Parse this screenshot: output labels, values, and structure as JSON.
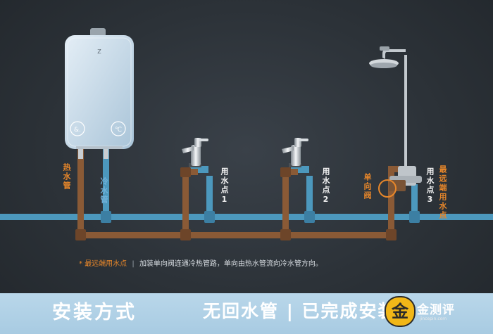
{
  "labels": {
    "hot_pipe": "热水管",
    "cold_pipe": "冷水管",
    "point1": "用水点1",
    "point2": "用水点2",
    "point3": "用水点3",
    "check_valve": "单向阀",
    "farthest_point": "最远端用水点"
  },
  "note": {
    "star": "*",
    "highlight": "最远端用水点",
    "separator": "|",
    "text": "加装单向阀连通冷热管路，单向由热水管流向冷水管方向。"
  },
  "banner": {
    "title": "安装方式",
    "subtitle": "无回水管 | 已完成安装",
    "logo_char": "金",
    "logo_text": "金测评",
    "logo_url": "jincepin.com"
  },
  "heater": {
    "icon_left": "&.",
    "icon_right": "℃"
  },
  "colors": {
    "hot_pipe": "#8a5a36",
    "cold_pipe": "#4c98bd",
    "accent_orange": "#e8872a",
    "banner": "#b3d2e7"
  }
}
